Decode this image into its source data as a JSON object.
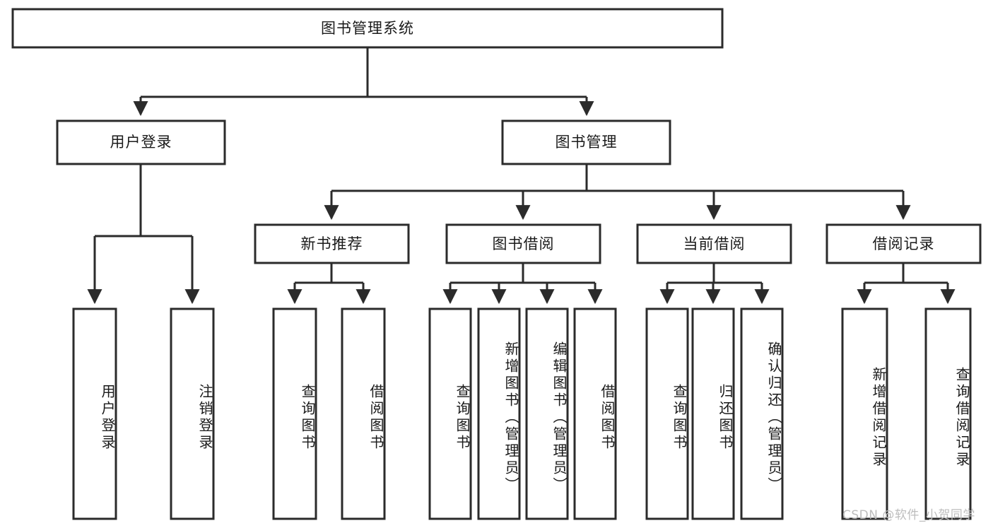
{
  "diagram": {
    "title": "图书管理系统",
    "type": "tree-hierarchy-diagram",
    "colors": {
      "stroke": "#2b2b2b",
      "fill": "#ffffff",
      "text": "#1a1a1a",
      "watermark": "#bdbdbd"
    },
    "root": {
      "label": "图书管理系统"
    },
    "level2": [
      {
        "label": "用户登录"
      },
      {
        "label": "图书管理"
      }
    ],
    "level3": [
      {
        "label": "新书推荐"
      },
      {
        "label": "图书借阅"
      },
      {
        "label": "当前借阅"
      },
      {
        "label": "借阅记录"
      }
    ],
    "leaves": {
      "user_login": [
        {
          "label": "用户登录"
        },
        {
          "label": "注销登录"
        }
      ],
      "new_book_recommend": [
        {
          "label": "查询图书"
        },
        {
          "label": "借阅图书"
        }
      ],
      "book_borrow": [
        {
          "label": "查询图书"
        },
        {
          "label": "新增图书（管理员）"
        },
        {
          "label": "编辑图书（管理员）"
        },
        {
          "label": "借阅图书"
        }
      ],
      "current_borrow": [
        {
          "label": "查询图书"
        },
        {
          "label": "归还图书"
        },
        {
          "label": "确认归还（管理员）"
        }
      ],
      "borrow_records": [
        {
          "label": "新增借阅记录"
        },
        {
          "label": "查询借阅记录"
        }
      ]
    }
  },
  "watermark": {
    "text": "CSDN @软件_小贺同学"
  }
}
